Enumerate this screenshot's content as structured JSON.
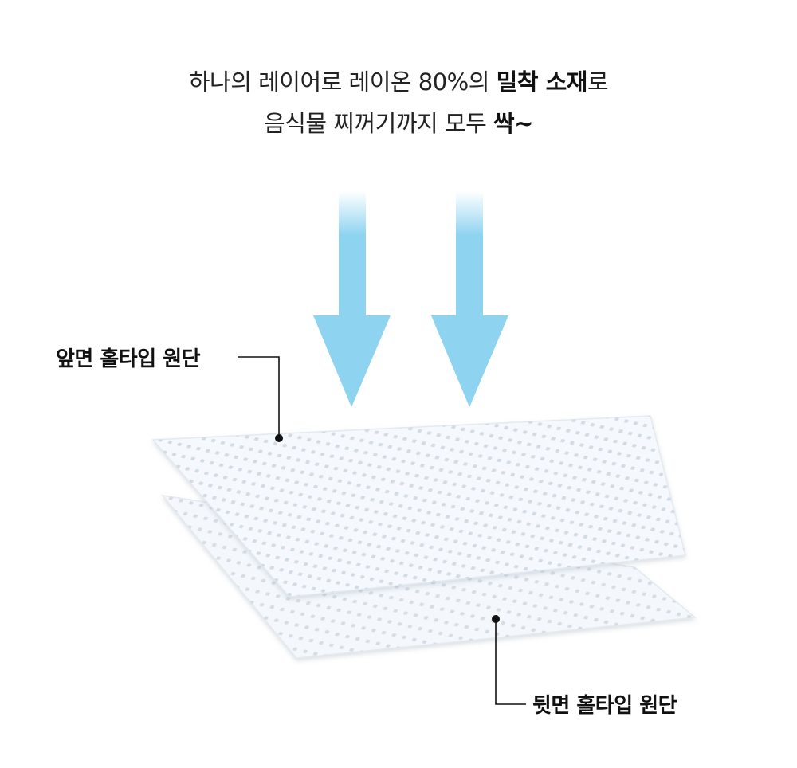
{
  "headline": {
    "line1_prefix": "하나의 레이어로 레이온 80%의 ",
    "line1_bold": "밀착 소재",
    "line1_suffix": "로",
    "line2_prefix": "음식물 찌꺼기까지 모두 ",
    "line2_bold": "싹~"
  },
  "callouts": {
    "front": "앞면 홀타입 원단",
    "back": "뒷면 홀타입 원단"
  },
  "colors": {
    "arrow": "#8ed3f0",
    "sheet": "#f4f8fc",
    "hole": "#d6dde5",
    "leader": "#111111"
  }
}
